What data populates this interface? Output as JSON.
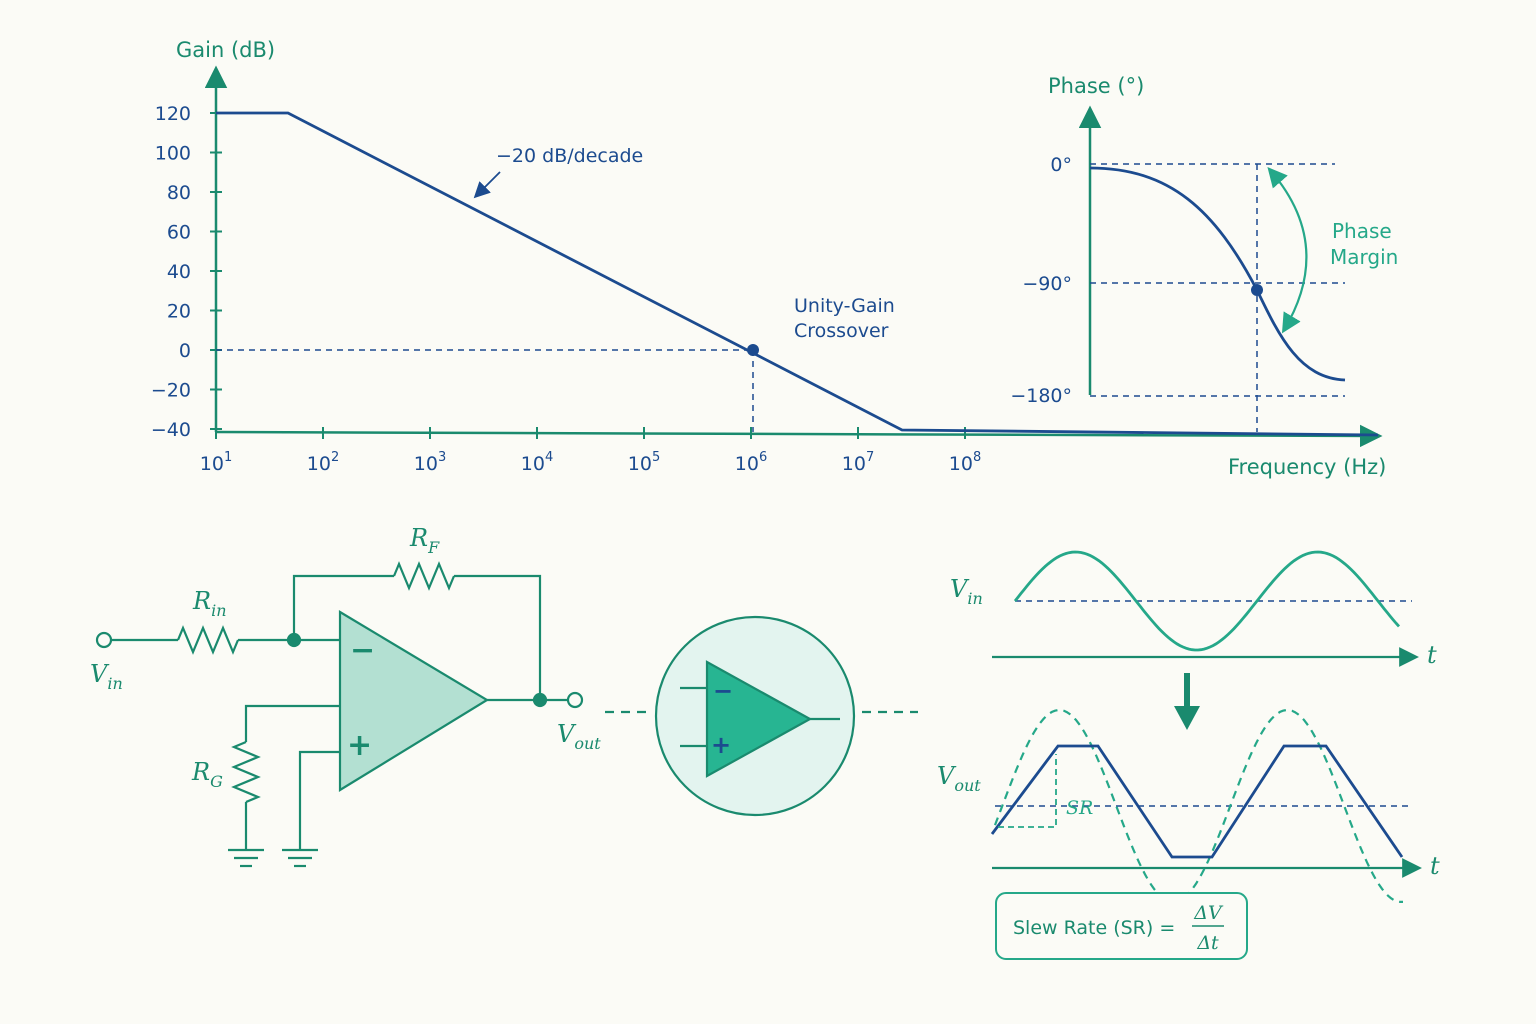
{
  "colors": {
    "teal": "#1a8a6e",
    "navy": "#1c4b8f",
    "green": "#25a889",
    "amp_fill_light": "#b3e0d2",
    "amp_fill": "#27b592",
    "circle_fill": "#e3f4ef",
    "background": "#fbfbf6"
  },
  "gain_plot": {
    "y_axis_label": "Gain (dB)",
    "x_axis_label": "Frequency (Hz)",
    "y_ticks": [
      "120",
      "100",
      "80",
      "60",
      "40",
      "20",
      "0",
      "−20",
      "−40"
    ],
    "x_ticks": [
      {
        "base": "10",
        "exp": "1"
      },
      {
        "base": "10",
        "exp": "2"
      },
      {
        "base": "10",
        "exp": "3"
      },
      {
        "base": "10",
        "exp": "4"
      },
      {
        "base": "10",
        "exp": "5"
      },
      {
        "base": "10",
        "exp": "6"
      },
      {
        "base": "10",
        "exp": "7"
      },
      {
        "base": "10",
        "exp": "8"
      }
    ],
    "slope_label": "−20 dB/decade",
    "crossover_label_1": "Unity-Gain",
    "crossover_label_2": "Crossover"
  },
  "phase_plot": {
    "y_axis_label": "Phase (°)",
    "y_ticks": [
      "0°",
      "−90°",
      "−180°"
    ],
    "margin_label_1": "Phase",
    "margin_label_2": "Margin"
  },
  "circuit": {
    "rf_base": "R",
    "rf_sub": "F",
    "rin_base": "R",
    "rin_sub": "in",
    "rg_base": "R",
    "rg_sub": "G",
    "vin_base": "V",
    "vin_sub": "in",
    "vout_base": "V",
    "vout_sub": "out",
    "minus": "−",
    "plus": "+"
  },
  "waveforms": {
    "vin_base": "V",
    "vin_sub": "in",
    "vout_base": "V",
    "vout_sub": "out",
    "t_label": "t",
    "sr_label": "SR",
    "formula_text": "Slew Rate (SR) =",
    "formula_num": "ΔV",
    "formula_den": "Δt"
  }
}
